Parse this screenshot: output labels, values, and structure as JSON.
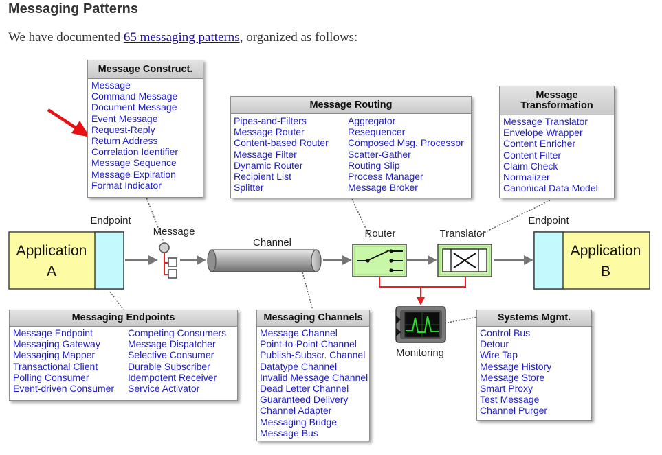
{
  "page": {
    "title": "Messaging Patterns",
    "intro_before": "We have documented ",
    "intro_link": "65 messaging patterns",
    "intro_after": ", organized as follows:"
  },
  "diagram": {
    "endpoint_left": "Endpoint",
    "endpoint_right": "Endpoint",
    "message": "Message",
    "channel": "Channel",
    "router": "Router",
    "translator": "Translator",
    "monitoring": "Monitoring",
    "app_a": {
      "line1": "Application",
      "line2": "A"
    },
    "app_b": {
      "line1": "Application",
      "line2": "B"
    },
    "colors": {
      "application": "#fdfba3",
      "endpoint": "#c4fafd",
      "component": "#c9f7a8",
      "arrow_red": "#e82020",
      "link_blue": "#1d1dc8"
    }
  },
  "boxes": {
    "construct": {
      "title": "Message Construct.",
      "items": [
        "Message",
        "Command Message",
        "Document Message",
        "Event Message",
        "Request-Reply",
        "Return Address",
        "Correlation Identifier",
        "Message Sequence",
        "Message Expiration",
        "Format Indicator"
      ]
    },
    "routing": {
      "title": "Message Routing",
      "col1": [
        "Pipes-and-Filters",
        "Message Router",
        "Content-based Router",
        "Message Filter",
        "Dynamic Router",
        "Recipient List",
        "Splitter"
      ],
      "col2": [
        "Aggregator",
        "Resequencer",
        "Composed Msg. Processor",
        "Scatter-Gather",
        "Routing Slip",
        "Process Manager",
        "Message Broker"
      ]
    },
    "transformation": {
      "title_line1": "Message",
      "title_line2": "Transformation",
      "items": [
        "Message Translator",
        "Envelope Wrapper",
        "Content Enricher",
        "Content Filter",
        "Claim Check",
        "Normalizer",
        "Canonical Data Model"
      ]
    },
    "endpoints": {
      "title": "Messaging Endpoints",
      "col1": [
        "Message Endpoint",
        "Messaging Gateway",
        "Messaging Mapper",
        "Transactional Client",
        "Polling Consumer",
        "Event-driven Consumer"
      ],
      "col2": [
        "Competing Consumers",
        "Message Dispatcher",
        "Selective Consumer",
        "Durable Subscriber",
        "Idempotent Receiver",
        "Service Activator"
      ]
    },
    "channels": {
      "title": "Messaging Channels",
      "items": [
        "Message Channel",
        "Point-to-Point Channel",
        "Publish-Subscr. Channel",
        "Datatype Channel",
        "Invalid Message Channel",
        "Dead Letter Channel",
        "Guaranteed Delivery",
        "Channel Adapter",
        "Messaging Bridge",
        "Message Bus"
      ]
    },
    "systems": {
      "title": "Systems Mgmt.",
      "items": [
        "Control Bus",
        "Detour",
        "Wire Tap",
        "Message History",
        "Message Store",
        "Smart Proxy",
        "Test Message",
        "Channel Purger"
      ]
    }
  }
}
